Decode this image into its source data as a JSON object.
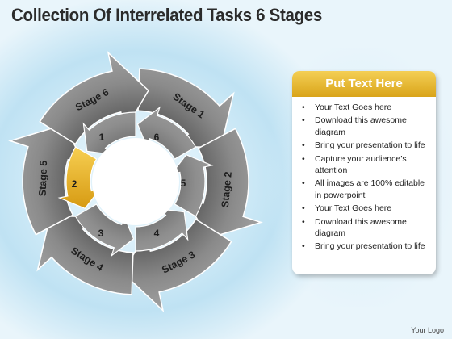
{
  "title": "Collection Of Interrelated Tasks 6 Stages",
  "diagram": {
    "outer_stages": [
      "Stage 1",
      "Stage 2",
      "Stage 3",
      "Stage 4",
      "Stage 5",
      "Stage 6"
    ],
    "inner_numbers": [
      "1",
      "2",
      "3",
      "4",
      "5",
      "6"
    ],
    "highlight_color": "#e8b423",
    "arrow_color": "#7d7d7d"
  },
  "panel": {
    "header": "Put Text Here",
    "items": [
      "Your Text Goes here",
      "Download this awesome diagram",
      "Bring your presentation to life",
      "Capture your audience’s attention",
      "All images are 100% editable in powerpoint",
      "Your Text Goes here",
      "Download this awesome diagram",
      "Bring your presentation to life"
    ],
    "header_color": "#e8b423"
  },
  "footer": {
    "logo_text": "Your Logo"
  }
}
